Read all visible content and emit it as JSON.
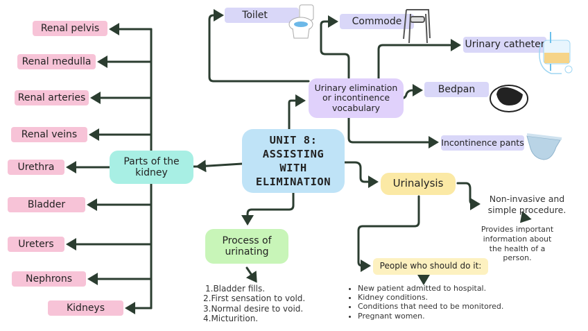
{
  "central": {
    "title": "UNIT 8: ASSISTING WITH ELIMINATION",
    "color": "#bfe3f7"
  },
  "kidney": {
    "label": "Parts of the kidney",
    "color": "#a8efe4",
    "parts_color": "#f7c3d7",
    "parts": [
      "Renal pelvis",
      "Renal medulla",
      "Renal arteries",
      "Renal veins",
      "Urethra",
      "Bladder",
      "Ureters",
      "Nephrons",
      "Kidneys"
    ]
  },
  "vocab": {
    "label": "Urinary elimination or incontinence vocabulary",
    "color": "#e0d1fb",
    "items_color": "#d9d7f8",
    "items": [
      {
        "label": "Toilet",
        "icon": "toilet-icon"
      },
      {
        "label": "Commode",
        "icon": "commode-icon"
      },
      {
        "label": "Urinary catheter",
        "icon": "catheter-bag-icon"
      },
      {
        "label": "Bedpan",
        "icon": "bedpan-icon"
      },
      {
        "label": "Incontinence pants",
        "icon": "diaper-icon"
      }
    ]
  },
  "urinalysis": {
    "label": "Urinalysis",
    "color": "#fbe9a5",
    "description": "Non-invasive and simple procedure.",
    "info": "Provides important information about the health of a person.",
    "who_label": "People who should do it:",
    "who_color": "#fdf1c0",
    "who": [
      "New patient admitted to hospital.",
      "Kidney conditions.",
      "Conditions that need to be monitored.",
      "Pregnant women."
    ]
  },
  "process": {
    "label": "Process of urinating",
    "color": "#c8f5b8",
    "steps": [
      "1.Bladder fills.",
      "2.First sensation to vold.",
      "3.Normal desire to void.",
      "4.Micturition."
    ]
  },
  "line_color": "#2b3d30"
}
